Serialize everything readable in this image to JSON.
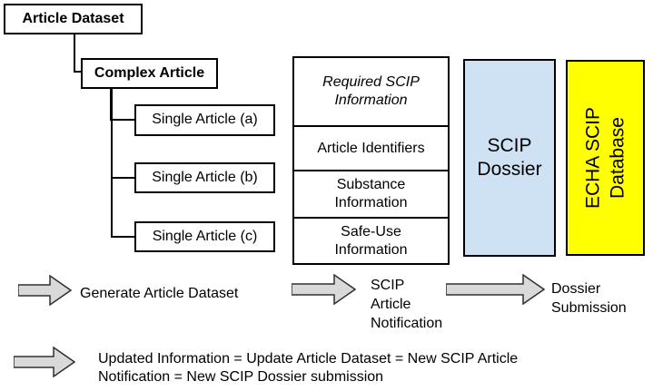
{
  "diagram": {
    "tree": {
      "root_label": "Article Dataset",
      "complex_label": "Complex Article",
      "singles": [
        {
          "label": "Single Article (a)"
        },
        {
          "label": "Single Article (b)"
        },
        {
          "label": "Single Article (c)"
        }
      ]
    },
    "info_table": {
      "header": "Required SCIP\nInformation",
      "rows": [
        {
          "label": "Article Identifiers"
        },
        {
          "label": "Substance\nInformation"
        },
        {
          "label": "Safe-Use\nInformation"
        }
      ]
    },
    "dossier_label": "SCIP\nDossier",
    "database_label": "ECHA SCIP\nDatabase",
    "steps": [
      {
        "label": "Generate Article Dataset"
      },
      {
        "label": "SCIP\nArticle\nNotification"
      },
      {
        "label": "Dossier\nSubmission"
      }
    ],
    "update_note": "Updated Information = Update Article Dataset = New SCIP Article\nNotification = New SCIP Dossier submission"
  },
  "colors": {
    "box_border": "#000000",
    "dossier_bg": "#cfe2f3",
    "database_bg": "#ffff00",
    "arrow_fill": "#d9d9d9",
    "arrow_stroke": "#303030"
  }
}
